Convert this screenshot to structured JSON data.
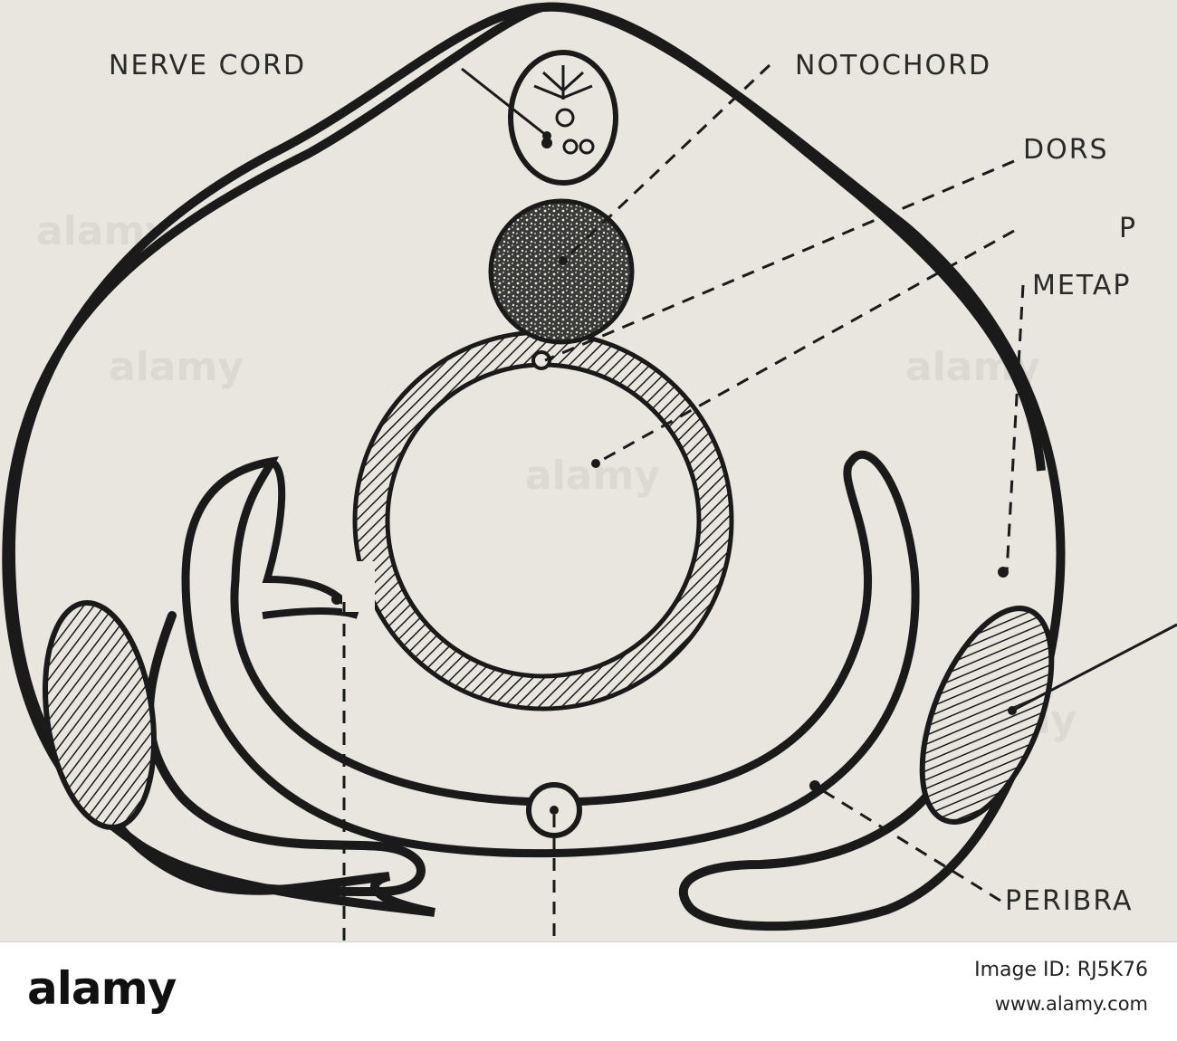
{
  "figure": {
    "labels": {
      "nerve_cord": "NERVE CORD",
      "notochord": "NOTOCHORD",
      "dors": "DORS",
      "p": "P",
      "metap": "METAP",
      "peribra": "PERIBRA"
    },
    "watermark": "alamy"
  },
  "footer": {
    "brand": "alamy",
    "image_id": "Image ID: RJ5K76",
    "site": "www.alamy.com"
  },
  "colors": {
    "ink": "#1a1a1a",
    "paper": "#e8e6df",
    "footer_bg": "#ffffff"
  }
}
